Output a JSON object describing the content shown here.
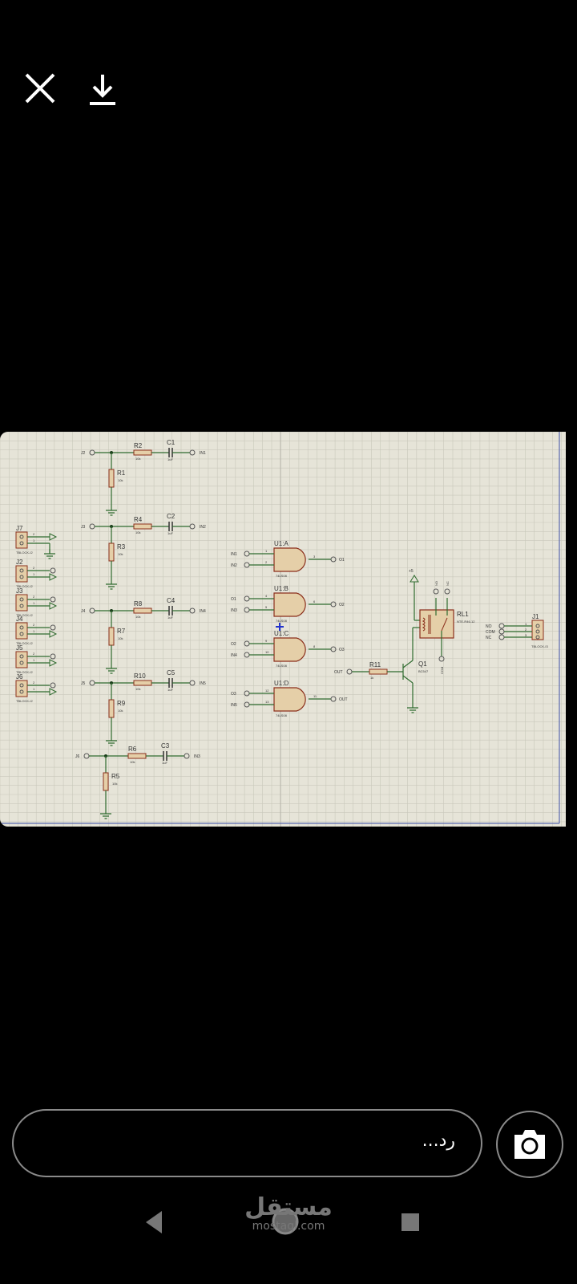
{
  "top_bar": {
    "close_icon": "close-icon",
    "download_icon": "download-icon"
  },
  "schematic": {
    "colors": {
      "background": "#e6e4d8",
      "grid": "#c9c8bb",
      "wire": "#2f6b2f",
      "component_fill": "#e5cfa8",
      "component_stroke": "#8b2f1c",
      "text": "#333333"
    },
    "rc_networks": [
      {
        "input": "J2",
        "series_r": "R2",
        "series_r_value": "10k",
        "cap": "C1",
        "cap_value": "1uF",
        "output": "IN1",
        "shunt_r": "R1",
        "shunt_r_value": "10k"
      },
      {
        "input": "J3",
        "series_r": "R4",
        "series_r_value": "10k",
        "cap": "C2",
        "cap_value": "1uF",
        "output": "IN2",
        "shunt_r": "R3",
        "shunt_r_value": "10k"
      },
      {
        "input": "J4",
        "series_r": "R8",
        "series_r_value": "10k",
        "cap": "C4",
        "cap_value": "1uF",
        "output": "IN4",
        "shunt_r": "R7",
        "shunt_r_value": "10k"
      },
      {
        "input": "J5",
        "series_r": "R10",
        "series_r_value": "10k",
        "cap": "C5",
        "cap_value": "1uF",
        "output": "IN5",
        "shunt_r": "R9",
        "shunt_r_value": "10k"
      },
      {
        "input": "J6",
        "series_r": "R6",
        "series_r_value": "10k",
        "cap": "C3",
        "cap_value": "1uF",
        "output": "IN3",
        "shunt_r": "R5",
        "shunt_r_value": "10k"
      }
    ],
    "terminal_blocks": [
      {
        "ref": "J7",
        "type": "TBLOCK-I2",
        "pin1": "2",
        "pin2": "1"
      },
      {
        "ref": "J2",
        "type": "TBLOCK-I2",
        "pin1": "2",
        "pin2": "1"
      },
      {
        "ref": "J3",
        "type": "TBLOCK-I2",
        "pin1": "2",
        "pin2": "1"
      },
      {
        "ref": "J4",
        "type": "TBLOCK-I2",
        "pin1": "2",
        "pin2": "1"
      },
      {
        "ref": "J5",
        "type": "TBLOCK-I2",
        "pin1": "2",
        "pin2": "1"
      },
      {
        "ref": "J6",
        "type": "TBLOCK-I2",
        "pin1": "2",
        "pin2": "1"
      }
    ],
    "gates": [
      {
        "ref": "U1:A",
        "part": "74LS08",
        "in1": "IN1",
        "in2": "IN2",
        "pin1": "1",
        "pin2": "2",
        "pin_out": "3",
        "out": "O1"
      },
      {
        "ref": "U1:B",
        "part": "74LS08",
        "in1": "O1",
        "in2": "IN3",
        "pin1": "4",
        "pin2": "5",
        "pin_out": "6",
        "out": "O2"
      },
      {
        "ref": "U1:C",
        "part": "74LS08",
        "in1": "O2",
        "in2": "IN4",
        "pin1": "9",
        "pin2": "10",
        "pin_out": "8",
        "out": "O3"
      },
      {
        "ref": "U1:D",
        "part": "74LS08",
        "in1": "O3",
        "in2": "IN5",
        "pin1": "12",
        "pin2": "13",
        "pin_out": "11",
        "out": "OUT"
      }
    ],
    "driver": {
      "in_label": "OUT",
      "resistor": "R11",
      "resistor_value": "1k",
      "transistor": "Q1",
      "transistor_part": "BC547",
      "supply": "+5"
    },
    "relay": {
      "ref": "RL1",
      "part": "NTE-R46-12",
      "no_label": "NO",
      "nc_label": "NC",
      "com_label": "COM"
    },
    "output_block": {
      "ref": "J1",
      "type": "TBLOCK-I3",
      "labels": [
        "NO",
        "COM",
        "NC"
      ],
      "pins": [
        "1",
        "2",
        "3"
      ]
    }
  },
  "reply": {
    "placeholder": "رد...",
    "value": ""
  },
  "camera_button": {
    "icon": "camera-icon"
  },
  "nav": {
    "back_icon": "back-triangle-icon",
    "home_icon": "home-circle-icon",
    "recents_icon": "recents-square-icon"
  },
  "watermark": {
    "arabic": "مستقل",
    "latin": "mostaql.com"
  }
}
